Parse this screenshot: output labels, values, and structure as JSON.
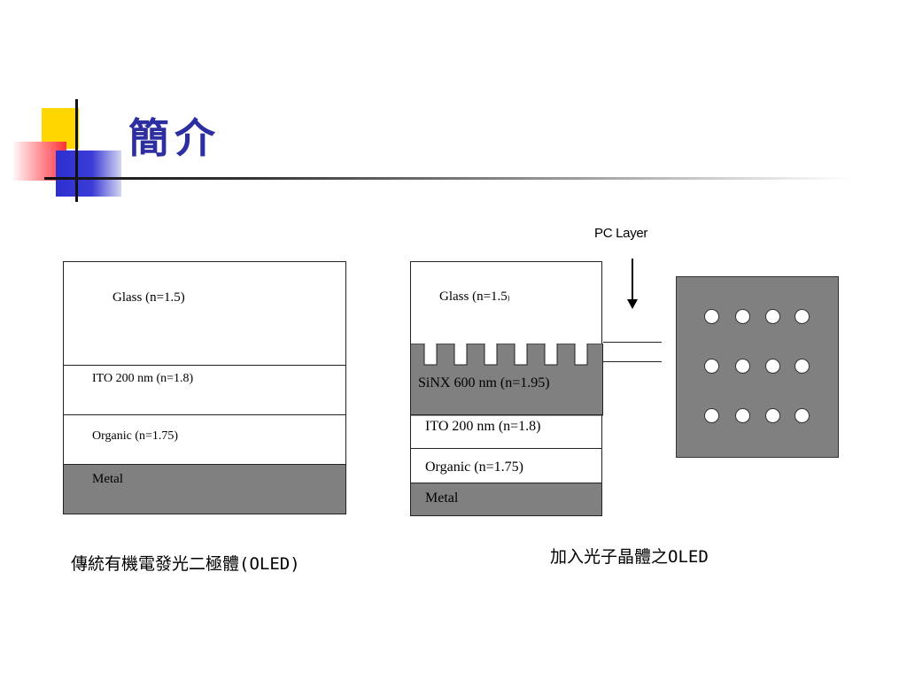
{
  "slide": {
    "title": "簡介"
  },
  "left_diagram": {
    "glass": "Glass (n=1.5)",
    "ito": "ITO 200 nm (n=1.8)",
    "organic": "Organic (n=1.75)",
    "metal": "Metal",
    "caption": "傳統有機電發光二極體(OLED)"
  },
  "right_diagram": {
    "pc_label": "PC Layer",
    "glass": "Glass (n=1.5",
    "glass_suffix": ")",
    "sinx": "SiNX 600 nm (n=1.95)",
    "ito": "ITO 200 nm (n=1.8)",
    "organic": "Organic (n=1.75)",
    "metal": "Metal",
    "caption": "加入光子晶體之OLED",
    "hole_grid": {
      "rows": 3,
      "cols": 4
    }
  },
  "colors": {
    "title": "#2d2fa0",
    "metal": "#808080",
    "accent_yellow": "#ffd600",
    "accent_red": "#ff2a3a",
    "accent_blue": "#2d2fcf"
  }
}
